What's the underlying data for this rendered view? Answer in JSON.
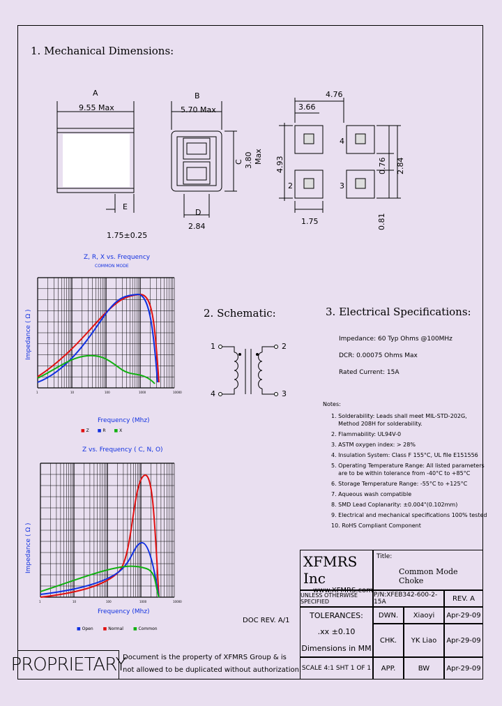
{
  "headings": {
    "mech": "1. Mechanical Dimensions:",
    "schem": "2. Schematic:",
    "elec": "3. Electrical Specifications:"
  },
  "dims": {
    "a_label": "A",
    "a_value": "9.55 Max",
    "b_label": "B",
    "b_value": "5.70 Max",
    "c_label": "C",
    "c_value": "3.80",
    "c_max": "Max",
    "e_label": "E",
    "e_value": "1.75±0.25",
    "d_label": "D",
    "d_value": "2.84",
    "top_476": "4.76",
    "top_366": "3.66",
    "left_493": "4.93",
    "bot_175": "1.75",
    "r_076": "0.76",
    "r_284": "2.84",
    "r_081": "0.81",
    "pad4": "4",
    "pad2": "2",
    "pad3": "3"
  },
  "chart1": {
    "title": "Z, R, X vs. Frequency",
    "subtitle": "COMMON MODE",
    "ylabel": "Impedance ( Ω )",
    "xlabel": "Frequency (Mhz)",
    "xticks": [
      "1",
      "10",
      "100",
      "1000",
      "10000"
    ],
    "legend": [
      {
        "label": "Z",
        "color": "#e01010"
      },
      {
        "label": "R",
        "color": "#1030e0"
      },
      {
        "label": "X",
        "color": "#10b010"
      }
    ]
  },
  "chart2": {
    "title": "Z vs. Frequency ( C, N, O)",
    "ylabel": "Impedance ( Ω )",
    "xlabel": "Frequency (Mhz)",
    "xticks": [
      "1",
      "10",
      "100",
      "1000",
      "10000"
    ],
    "legend": [
      {
        "label": "Open",
        "color": "#1030e0"
      },
      {
        "label": "Normal",
        "color": "#e01010"
      },
      {
        "label": "Common",
        "color": "#10b010"
      }
    ]
  },
  "schematic": {
    "p1": "1",
    "p2": "2",
    "p3": "3",
    "p4": "4"
  },
  "specs": [
    "Impedance: 60 Typ Ohms @100MHz",
    "DCR: 0.00075 Ohms Max",
    "Rated Current: 15A"
  ],
  "notes_title": "Notes:",
  "notes": [
    "1. Solderability: Leads shall meet MIL-STD-202G,",
    "    Method 208H for solderability.",
    "2. Flammability: UL94V-0",
    "3. ASTM oxygen index: > 28%",
    "4. Insulation System: Class F 155°C, UL file E151556",
    "5. Operating Temperature Range: All listed parameters",
    "    are to be within tolerance from -40°C to +85°C",
    "6. Storage Temperature Range: -55°C to +125°C",
    "7. Aqueous wash compatible",
    "8. SMD Lead Coplanarity: ±0.004\"(0.102mm)",
    "9. Electrical and mechanical specifications 100% tested",
    "10. RoHS Compliant Component"
  ],
  "titleblock": {
    "company": "XFMRS Inc",
    "website": "www.XFMRS.com",
    "title_label": "Title:",
    "title_value": "Common Mode Choke",
    "unless": "UNLESS OTHERWISE SPECIFIED",
    "pn": "P/N:XFEB342-600-2-15A",
    "rev": "REV. A",
    "tolerances": "TOLERANCES:",
    "tol_value": ".xx ±0.10",
    "dims_in": "Dimensions in MM",
    "dwn": "DWN.",
    "dwn_name": "Xiaoyi",
    "dwn_date": "Apr-29-09",
    "chk": "CHK.",
    "chk_name": "YK Liao",
    "chk_date": "Apr-29-09",
    "app": "APP.",
    "app_name": "BW",
    "app_date": "Apr-29-09",
    "scale": "SCALE 4:1  SHT 1 OF 1",
    "doc_rev": "DOC REV. A/1",
    "proprietary": "PROPRIETARY",
    "prop_line1": "Document is the property of XFMRS Group & is",
    "prop_line2": "not allowed to be duplicated without authorization."
  }
}
